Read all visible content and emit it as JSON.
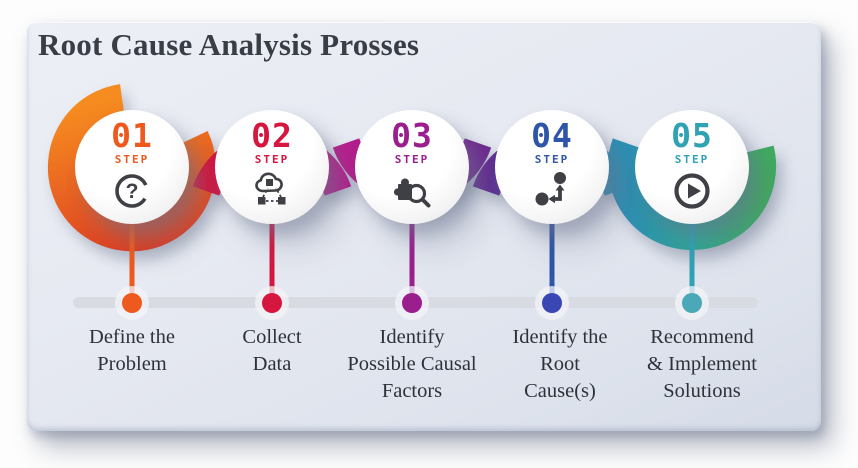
{
  "title": "Root Cause Analysis Prosses",
  "steps": [
    {
      "number": "01",
      "step_label": "STEP",
      "icon": "question-icon",
      "color": "#EE5A1E",
      "lines": [
        "Define the",
        "Problem"
      ]
    },
    {
      "number": "02",
      "step_label": "STEP",
      "icon": "cloud-data-icon",
      "color": "#D6163F",
      "lines": [
        "Collect",
        "Data"
      ]
    },
    {
      "number": "03",
      "step_label": "STEP",
      "icon": "puzzle-search-icon",
      "color": "#9B1E8E",
      "lines": [
        "Identify",
        "Possible Causal",
        "Factors"
      ]
    },
    {
      "number": "04",
      "step_label": "STEP",
      "icon": "root-path-icon",
      "color": "#2F55A8",
      "lines": [
        "Identify the",
        "Root",
        "Cause(s)"
      ]
    },
    {
      "number": "05",
      "step_label": "STEP",
      "icon": "play-icon",
      "color": "#2FA2B4",
      "lines": [
        "Recommend",
        "& Implement",
        "Solutions"
      ]
    }
  ],
  "ribbon": {
    "segments": [
      {
        "from": "#F68B1F",
        "to": "#DC3D24"
      },
      {
        "from": "#D6163C",
        "to": "#B61E8C"
      },
      {
        "from": "#B81E8C",
        "to": "#6F2B90"
      },
      {
        "from": "#652C91",
        "mid": "#2C55A8",
        "to": "#2BA0BC"
      },
      {
        "from": "#2C8FB4",
        "mid": "#2FA893",
        "to": "#3FAB5F"
      }
    ]
  },
  "timeline": {
    "bar_color": "#D8DBE2",
    "halo_color": "#F3F4F8",
    "dot_colors": [
      "#EE5A1E",
      "#D6163F",
      "#9B1E8E",
      "#3A46B4",
      "#4BA8B8"
    ]
  },
  "icon_color": "#3E4045"
}
